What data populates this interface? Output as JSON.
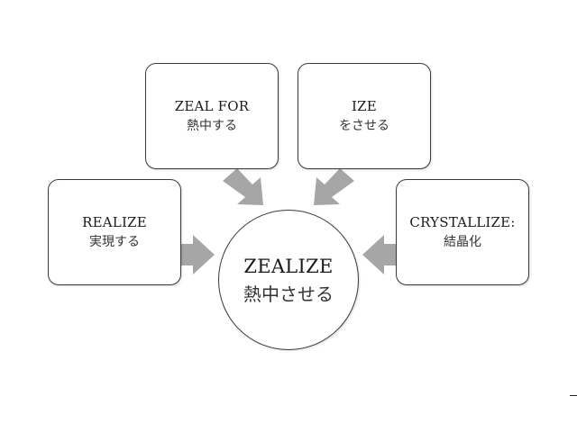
{
  "diagram": {
    "center": {
      "title": "ZEALIZE",
      "subtitle": "熱中させる"
    },
    "boxes": {
      "zeal_for": {
        "title": "ZEAL FOR",
        "subtitle": "熱中する"
      },
      "ize": {
        "title": "IZE",
        "subtitle": "をさせる"
      },
      "realize": {
        "title": "REALIZE",
        "subtitle": "実現する"
      },
      "crystallize": {
        "title": "CRYSTALLIZE:",
        "subtitle": "結晶化"
      }
    },
    "colors": {
      "arrow": "#a6a6a6",
      "border": "#3a3a3a",
      "background": "#ffffff"
    }
  }
}
